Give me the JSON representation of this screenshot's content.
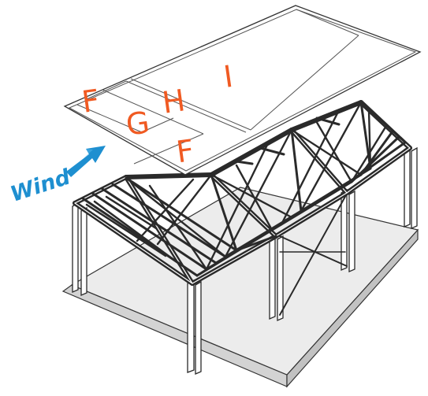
{
  "diagram": {
    "zone_labels": [
      "F",
      "G",
      "H",
      "I",
      "F"
    ],
    "wind_label": "Wind",
    "colors": {
      "zone_label": "#f05a22",
      "wind": "#1e8fd0",
      "steel": "#2a2a2a",
      "slab": "#d9d9d9"
    },
    "icons": [
      "wind-arrow-icon"
    ]
  }
}
